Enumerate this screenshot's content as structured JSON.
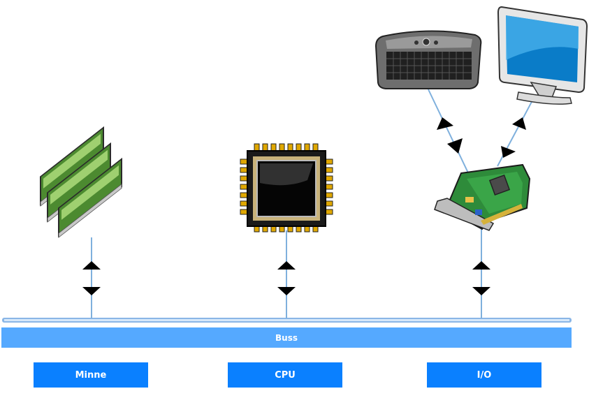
{
  "bus": {
    "label": "Buss"
  },
  "components": [
    {
      "label": "Minne"
    },
    {
      "label": "CPU"
    },
    {
      "label": "I/O"
    }
  ],
  "colors": {
    "bus_line": "#8ab6e6",
    "bus_bar": "#55a9ff",
    "label_box": "#0a80ff",
    "connector": "#7fb0dd",
    "arrow": "#000000"
  },
  "icons": [
    "ram-modules-icon",
    "cpu-chip-icon",
    "expansion-card-icon",
    "keyboard-icon",
    "monitor-icon"
  ]
}
